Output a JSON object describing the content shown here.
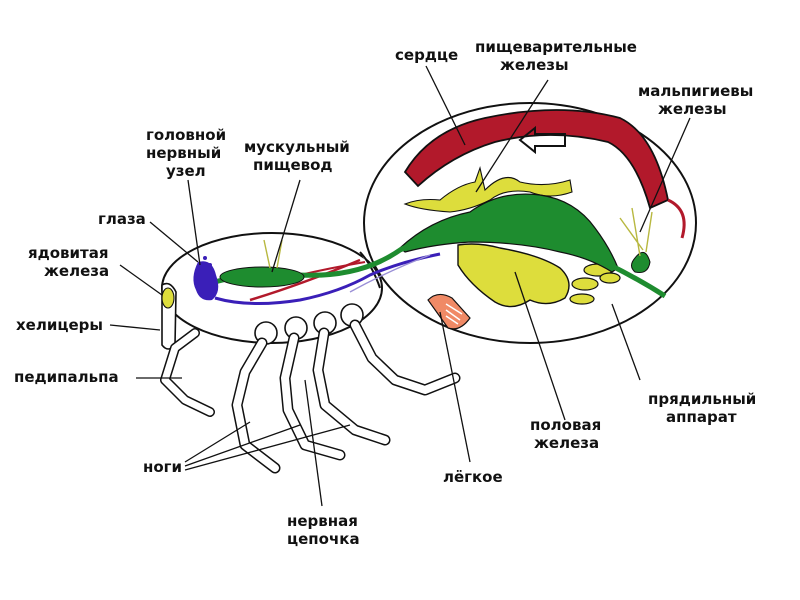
{
  "labels": {
    "heart": "сердце",
    "digestive_glands": [
      "пищеварительные",
      "железы"
    ],
    "malpighian_glands": [
      "мальпигиевы",
      "железы"
    ],
    "head_ganglion": [
      "головной",
      "нервный",
      "узел"
    ],
    "muscular_esophagus": [
      "мускульный",
      "пищевод"
    ],
    "eyes": "глаза",
    "venom_gland": [
      "ядовитая",
      "железа"
    ],
    "chelicerae": "хелицеры",
    "pedipalp": "педипальпа",
    "spinneret": [
      "прядильный",
      "аппарат"
    ],
    "gonad": [
      "половая",
      "железа"
    ],
    "legs": "ноги",
    "lung": "лёгкое",
    "nerve_cord": [
      "нервная",
      "цепочка"
    ]
  },
  "colors": {
    "heart": "#b2192b",
    "gut": "#1e8c2f",
    "yellow_gland": "#dddd3c",
    "nerve": "#3a1fb8",
    "lung": "#f08a66",
    "outline": "#111111"
  }
}
